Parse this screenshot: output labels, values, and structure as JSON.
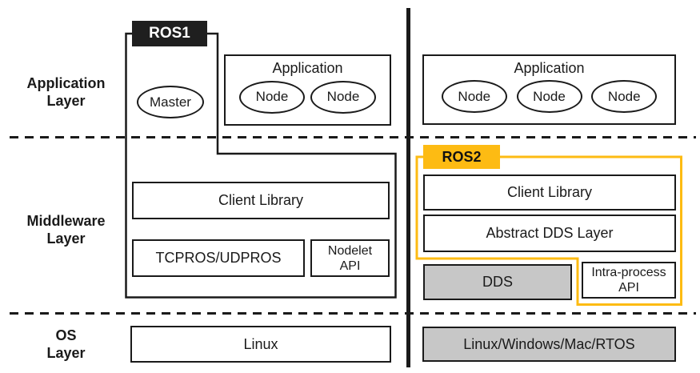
{
  "colors": {
    "accent_yellow": "#FDBB13",
    "tag_black": "#1f1f1f",
    "box_gray": "#C7C7C7",
    "line_black": "#1a1a1a"
  },
  "layers": {
    "application": "Application\nLayer",
    "middleware": "Middleware\nLayer",
    "os": "OS\nLayer"
  },
  "ros1": {
    "tag": "ROS1",
    "application": {
      "title": "Application",
      "nodes": [
        "Node",
        "Node"
      ]
    },
    "master": "Master",
    "client_library": "Client Library",
    "transport": "TCPROS/UDPROS",
    "nodelet_api": "Nodelet\nAPI",
    "os": "Linux"
  },
  "ros2": {
    "tag": "ROS2",
    "application": {
      "title": "Application",
      "nodes": [
        "Node",
        "Node",
        "Node"
      ]
    },
    "client_library": "Client Library",
    "abstract_dds": "Abstract DDS Layer",
    "dds": "DDS",
    "intra_process_api": "Intra-process\nAPI",
    "os": "Linux/Windows/Mac/RTOS"
  }
}
